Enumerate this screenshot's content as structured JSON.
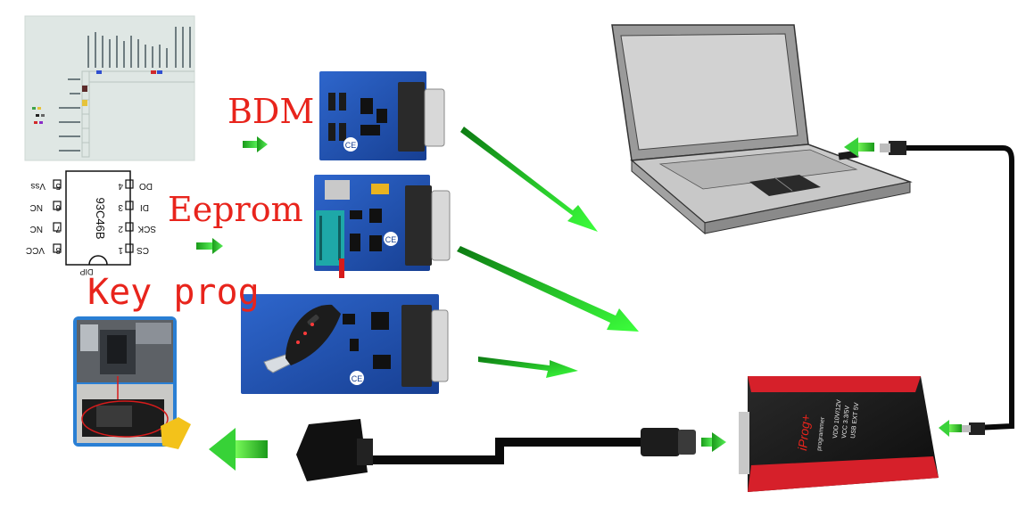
{
  "labels": {
    "bdm": "BDM",
    "eeprom": "Eeprom",
    "key_prog": "Key prog"
  },
  "chip": {
    "part": "93C46B",
    "package": "DIP",
    "left_pins": [
      {
        "num": "5",
        "name": "Vss"
      },
      {
        "num": "6",
        "name": "NC"
      },
      {
        "num": "7",
        "name": "NC"
      },
      {
        "num": "8",
        "name": "VCC"
      }
    ],
    "right_pins": [
      {
        "num": "4",
        "name": "DO"
      },
      {
        "num": "3",
        "name": "DI"
      },
      {
        "num": "2",
        "name": "SCK"
      },
      {
        "num": "1",
        "name": "CS"
      }
    ]
  },
  "programmer": {
    "brand": "iProg+",
    "subtitle": "programmer",
    "lines": [
      "VDD 10V/12V",
      "VCC 3.3/5V",
      "USB EXT 5V"
    ]
  },
  "colors": {
    "label_red": "#e8241c",
    "arrow_green": "#2fd12f",
    "board_blue": "#2456b8",
    "programmer_red": "#d6202a",
    "cable_black": "#0a0a0a"
  }
}
